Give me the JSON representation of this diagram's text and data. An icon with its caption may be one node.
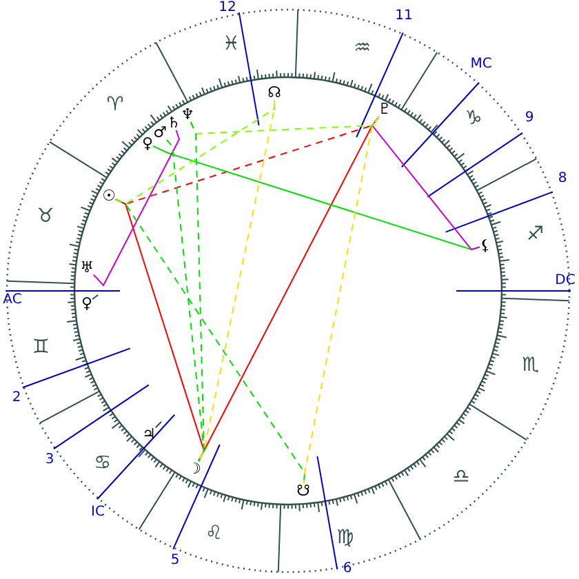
{
  "diagram": {
    "nodes": [
      {
        "text": [
          "☊"
        ]
      },
      {
        "text": [
          "♇"
        ]
      },
      {
        "text": [
          "♆"
        ]
      },
      {
        "text": [
          "♄"
        ]
      },
      {
        "text": [
          "♂"
        ]
      },
      {
        "text": [
          "♀"
        ]
      },
      {
        "text": [
          "☉"
        ]
      },
      {
        "text": [
          "⚸"
        ]
      },
      {
        "text": [
          "♅"
        ]
      },
      {
        "text": [
          "☽"
        ]
      },
      {
        "text": [
          "☋"
        ]
      }
    ],
    "edges": [
      {
        "from": 6,
        "to": 9,
        "arrow": "none",
        "color": "#ff0000"
      },
      {
        "from": 6,
        "to": 1,
        "arrow": "none",
        "style": "dashed",
        "color": "#ff0000"
      },
      {
        "from": 1,
        "to": 9,
        "arrow": "none",
        "color": "#ff0000"
      },
      {
        "from": 5,
        "to": 7,
        "arrow": "none",
        "color": "#00e000"
      },
      {
        "from": 8,
        "to": 3,
        "arrow": "none",
        "color": "#cc00cc"
      },
      {
        "from": 1,
        "to": 7,
        "arrow": "none",
        "color": "#cc00cc"
      },
      {
        "from": 2,
        "to": 1,
        "arrow": "none",
        "style": "dashed",
        "color": "#80ff00"
      },
      {
        "from": 2,
        "to": 9,
        "arrow": "none",
        "style": "dashed",
        "color": "#00e000"
      },
      {
        "from": 4,
        "to": 9,
        "arrow": "none",
        "style": "dashed",
        "color": "#00e000"
      },
      {
        "from": 6,
        "to": 10,
        "arrow": "none",
        "style": "dashed",
        "color": "#00e000"
      },
      {
        "from": 6,
        "to": 0,
        "arrow": "none",
        "style": "dashed",
        "color": "#80ff00"
      },
      {
        "from": 0,
        "to": 9,
        "arrow": "none",
        "style": "dashed",
        "color": "#ffdd00"
      },
      {
        "from": 1,
        "to": 10,
        "arrow": "none",
        "style": "dashed",
        "color": "#ffdd00"
      }
    ],
    "labels": [
      "12",
      "♓",
      "11",
      "♒",
      "MC",
      "♈",
      "♑",
      "9",
      "8",
      "♉",
      "♐",
      "DC",
      "AC",
      "♀",
      "♊",
      "♏",
      "2",
      "♃",
      "3",
      "♋",
      "♎",
      "IC",
      "♌",
      "♍",
      "5",
      "6"
    ]
  }
}
